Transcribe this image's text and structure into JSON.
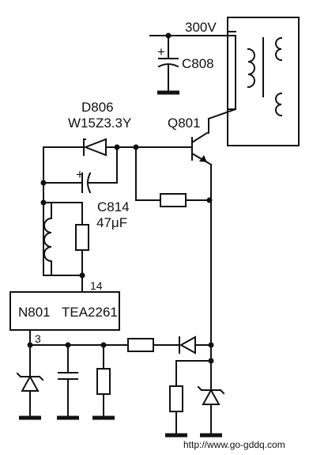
{
  "labels": {
    "supply_voltage": "300V",
    "c808": "C808",
    "c808_polarity": "+",
    "d806_ref": "D806",
    "d806_part": "W15Z3.3Y",
    "q801": "Q801",
    "c814_polarity": "+",
    "c814_ref": "C814",
    "c814_value": "47μF",
    "n801_ref": "N801",
    "n801_part": "TEA2261",
    "pin14": "14",
    "pin3": "3"
  },
  "watermark": "http://www.go-gddq.com"
}
